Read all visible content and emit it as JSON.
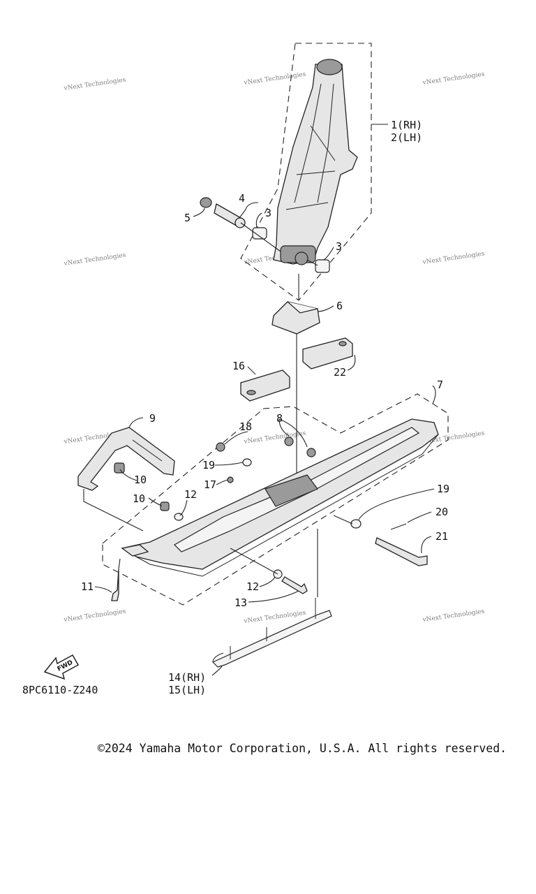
{
  "diagram": {
    "callouts": {
      "c1": "1(RH)",
      "c2": "2(LH)",
      "c3a": "3",
      "c3b": "3",
      "c4": "4",
      "c5": "5",
      "c6": "6",
      "c7": "7",
      "c8": "8",
      "c9": "9",
      "c10a": "10",
      "c10b": "10",
      "c11": "11",
      "c12a": "12",
      "c12b": "12",
      "c13": "13",
      "c14": "14(RH)",
      "c15": "15(LH)",
      "c16": "16",
      "c17": "17",
      "c18": "18",
      "c19a": "19",
      "c19b": "19",
      "c20": "20",
      "c21": "21",
      "c22": "22"
    },
    "diagram_code": "8PC6110-Z240",
    "fwd_label": "FWD",
    "watermark_text": "vNext Technologies"
  },
  "footer": {
    "copyright": "©2024 Yamaha Motor Corporation, U.S.A. All rights reserved."
  }
}
